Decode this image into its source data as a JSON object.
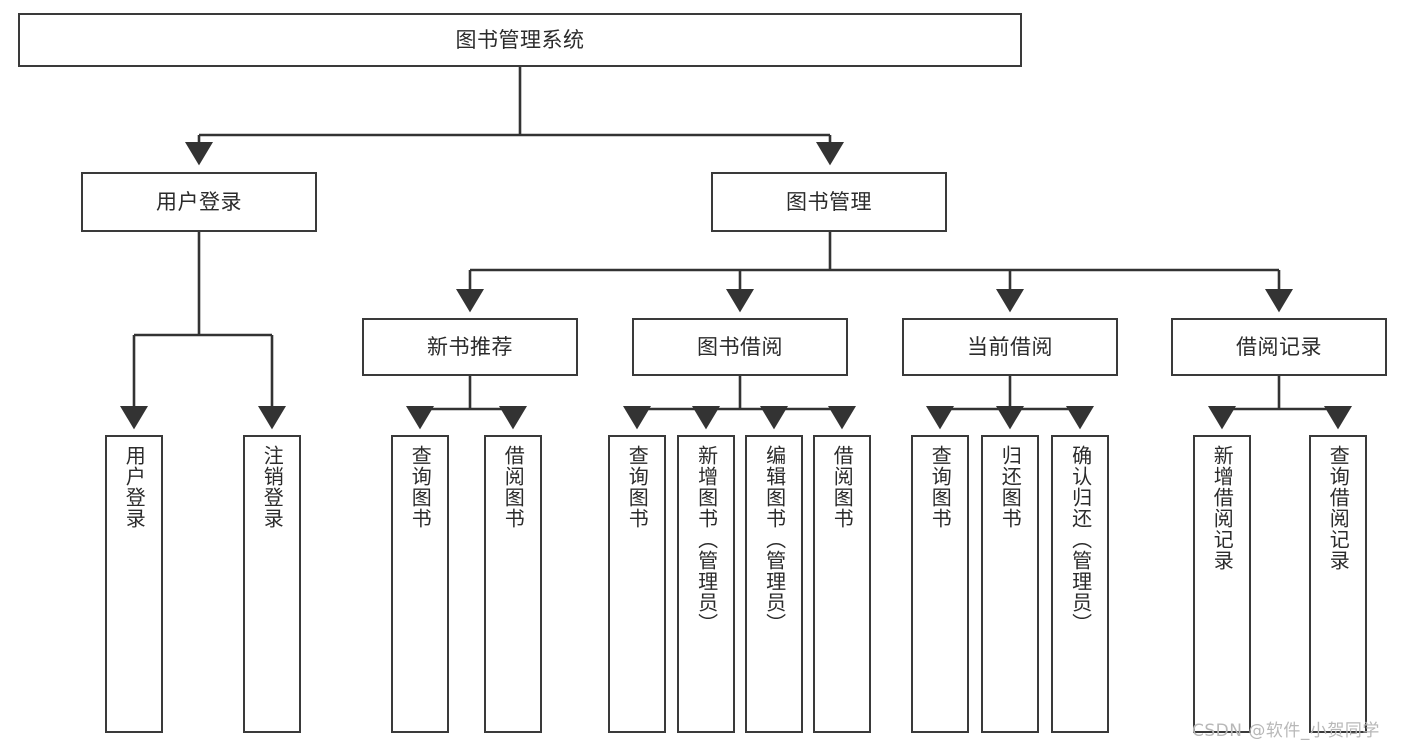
{
  "diagram": {
    "title": "图书管理系统",
    "watermark": "CSDN @软件_小贺同学",
    "colors": {
      "box_border": "#3a3a3a",
      "connector": "#333333",
      "text": "#2b2b2b",
      "background": "#ffffff",
      "watermark": "#b8b8b8"
    },
    "nodes": {
      "root": {
        "label": "图书管理系统"
      },
      "level2": [
        {
          "label": "用户登录"
        },
        {
          "label": "图书管理"
        }
      ],
      "level3": [
        {
          "label": "新书推荐"
        },
        {
          "label": "图书借阅"
        },
        {
          "label": "当前借阅"
        },
        {
          "label": "借阅记录"
        }
      ],
      "leaves": {
        "user_login": [
          {
            "label": "用户登录"
          },
          {
            "label": "注销登录"
          }
        ],
        "new_book_recommend": [
          {
            "label": "查询图书"
          },
          {
            "label": "借阅图书"
          }
        ],
        "book_borrow": [
          {
            "label": "查询图书"
          },
          {
            "label": "新增图书（管理员）"
          },
          {
            "label": "编辑图书（管理员）"
          },
          {
            "label": "借阅图书"
          }
        ],
        "current_borrow": [
          {
            "label": "查询图书"
          },
          {
            "label": "归还图书"
          },
          {
            "label": "确认归还（管理员）"
          }
        ],
        "borrow_record": [
          {
            "label": "新增借阅记录"
          },
          {
            "label": "查询借阅记录"
          }
        ]
      }
    }
  }
}
